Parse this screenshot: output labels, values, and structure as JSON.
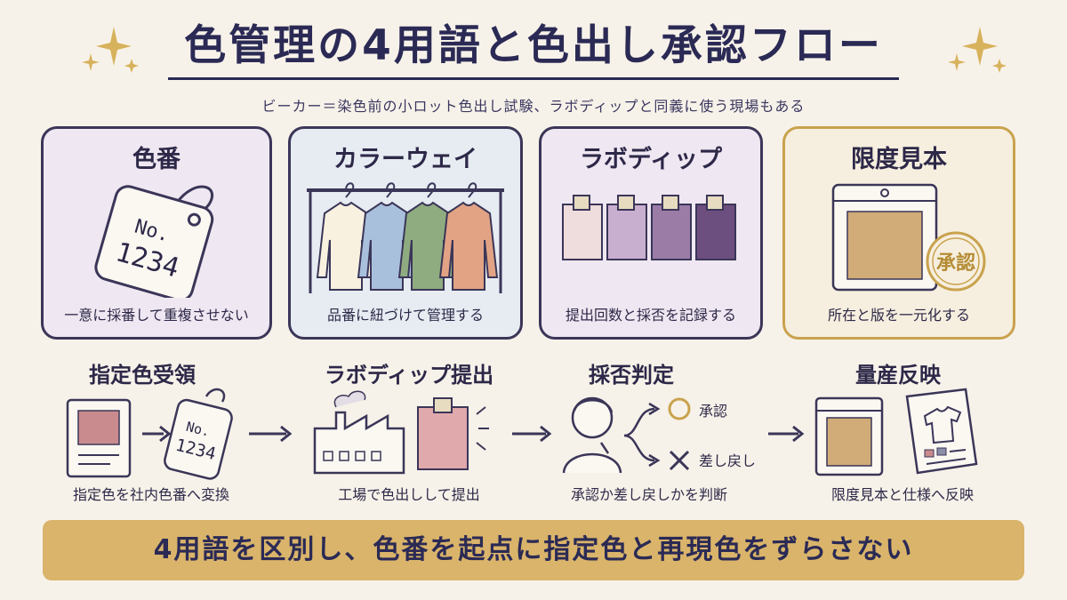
{
  "title": "色管理の4用語と色出し承認フロー",
  "subtitle": "ビーカー＝染色前の小ロット色出し試験、ラボディップと同義に使う現場もある",
  "cards": [
    {
      "title": "色番",
      "caption": "一意に採番して重複させない",
      "tag_line1": "No.",
      "tag_line2": "1234",
      "bg": "#efe7f1"
    },
    {
      "title": "カラーウェイ",
      "caption": "品番に紐づけて管理する",
      "bg": "#e6ecf2"
    },
    {
      "title": "ラボディップ",
      "caption": "提出回数と採否を記録する",
      "bg": "#efe7f1"
    },
    {
      "title": "限度見本",
      "caption": "所在と版を一元化する",
      "stamp": "承認",
      "bg": "#f6efdf",
      "border": "#c9a24e"
    }
  ],
  "steps": [
    {
      "title": "指定色受領",
      "caption": "指定色を社内色番へ変換",
      "tag_line1": "No.",
      "tag_line2": "1234"
    },
    {
      "title": "ラボディップ提出",
      "caption": "工場で色出しして提出"
    },
    {
      "title": "採否判定",
      "caption": "承認か差し戻しかを判断",
      "approve": "承認",
      "reject": "差し戻し"
    },
    {
      "title": "量産反映",
      "caption": "限度見本と仕様へ反映"
    }
  ],
  "banner": "4用語を区別し、色番を起点に指定色と再現色をずらさない",
  "colors": {
    "ink": "#2d2848",
    "gold": "#c9a24e",
    "banner": "#d9b46a"
  }
}
